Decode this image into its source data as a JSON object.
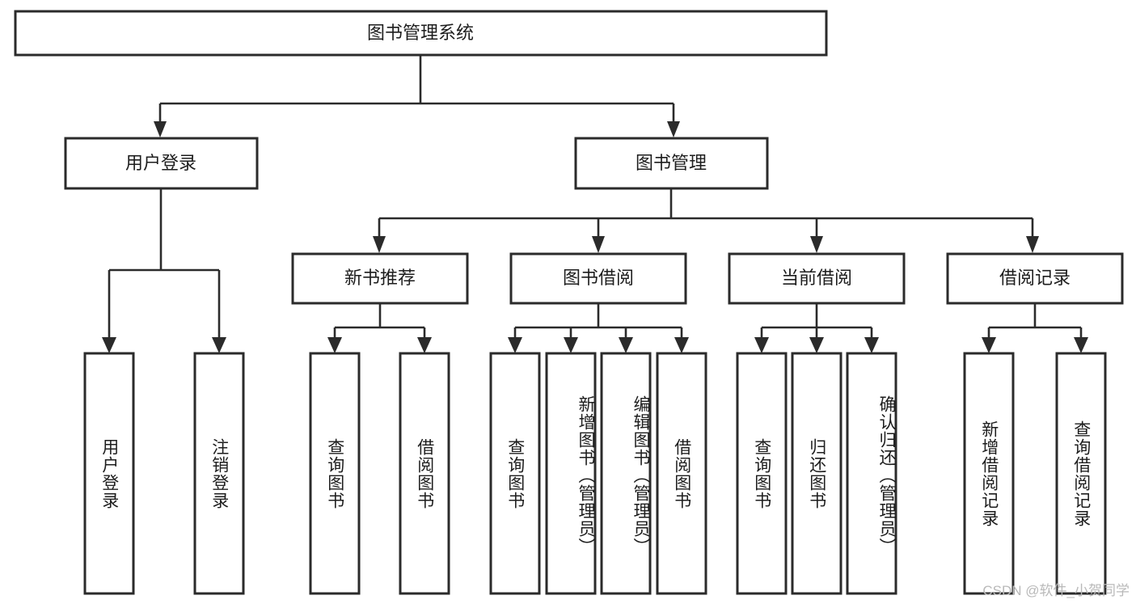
{
  "diagram": {
    "title": "图书管理系统",
    "type": "tree",
    "watermark": "CSDN @软件_小贺同学",
    "colors": {
      "box_fill": "#ffffff",
      "box_stroke": "#2b2b2b",
      "connector": "#2b2b2b",
      "text": "#1d1d1d",
      "watermark": "#b9b9b9",
      "background": "#ffffff"
    },
    "root": {
      "label": "图书管理系统"
    },
    "level2": [
      {
        "label": "用户登录"
      },
      {
        "label": "图书管理"
      }
    ],
    "level3": [
      {
        "label": "新书推荐"
      },
      {
        "label": "图书借阅"
      },
      {
        "label": "当前借阅"
      },
      {
        "label": "借阅记录"
      }
    ],
    "leaves": {
      "user_login": [
        {
          "label": "用户登录"
        },
        {
          "label": "注销登录"
        }
      ],
      "new_book_recommend": [
        {
          "label": "查询图书"
        },
        {
          "label": "借阅图书"
        }
      ],
      "book_borrow": [
        {
          "label": "查询图书"
        },
        {
          "label": "新增图书（管理员）"
        },
        {
          "label": "编辑图书（管理员）"
        },
        {
          "label": "借阅图书"
        }
      ],
      "current_borrow": [
        {
          "label": "查询图书"
        },
        {
          "label": "归还图书"
        },
        {
          "label": "确认归还（管理员）"
        }
      ],
      "borrow_record": [
        {
          "label": "新增借阅记录"
        },
        {
          "label": "查询借阅记录"
        }
      ]
    }
  }
}
